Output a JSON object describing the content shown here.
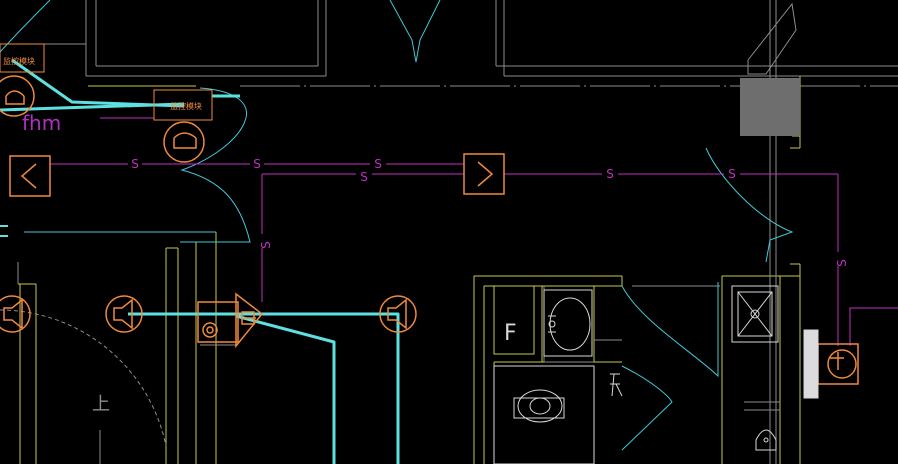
{
  "colors": {
    "background": "#000000",
    "wall_yellow": "#c8c848",
    "wall_gray": "#8c8c8c",
    "cyan_cable": "#5ee0e0",
    "cyan_thin": "#3fc8d8",
    "magenta": "#c030c0",
    "orange": "#f08a3c",
    "white": "#d8d8d8",
    "column_fill": "#6e6e6e"
  },
  "labels": {
    "fhm": "fhm",
    "module_a": "监控模块",
    "module_b": "监控模块",
    "stair_up": "上",
    "dim_mark": "F"
  },
  "smoke_line_marks": [
    "S",
    "S",
    "S",
    "S",
    "S",
    "S",
    "S",
    "S"
  ],
  "icons": {
    "smoke_detector": "smoke-detector-icon",
    "speaker": "speaker-icon",
    "alarm_bell": "alarm-bell-icon",
    "broadcast_horn": "horn-icon",
    "junction": "junction-box-icon"
  }
}
